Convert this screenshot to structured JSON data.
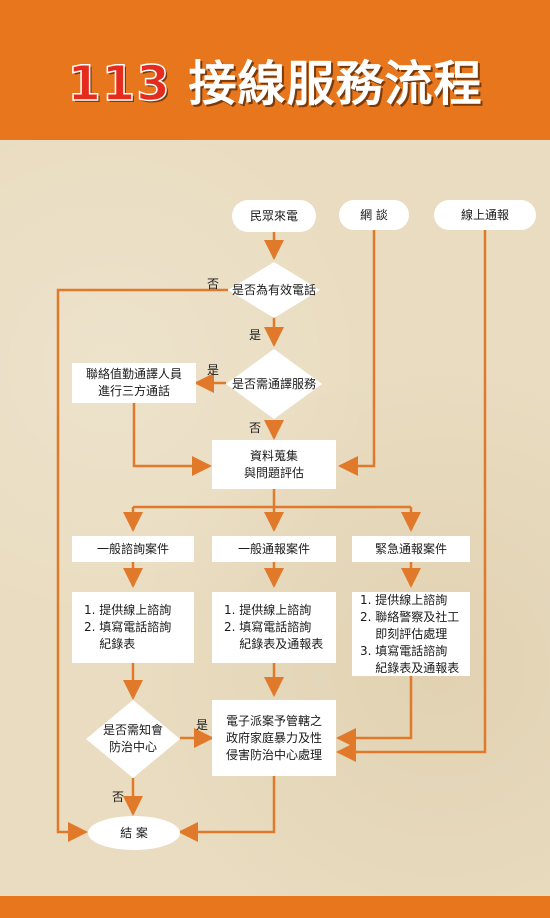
{
  "title": {
    "number": "113",
    "text": "接線服務流程"
  },
  "colors": {
    "header": "#e8761c",
    "line": "#e07a2a",
    "node": "#ffffff",
    "title_number": "#e52a1e"
  },
  "nodes": {
    "phone": "民眾來電",
    "web_chat": "網 談",
    "online_report": "線上通報",
    "valid_call": "是否為有效電話",
    "need_interpret": "是否需通譯服務",
    "interpreter": "聯絡值勤通譯人員\n進行三方通話",
    "collect": "資料蒐集\n與問題評估",
    "general_consult": "一般諮詢案件",
    "general_report": "一般通報案件",
    "emergency_report": "緊急通報案件",
    "consult_steps": "1. 提供線上諮詢\n2. 填寫電話諮詢\n    紀錄表",
    "report_steps": "1. 提供線上諮詢\n2. 填寫電話諮詢\n    紀錄表及通報表",
    "emergency_steps": "1. 提供線上諮詢\n2. 聯絡警察及社工\n    即刻評估處理\n3. 填寫電話諮詢\n    紀錄表及通報表",
    "notify_center": "是否需知會\n防治中心",
    "dispatch": "電子派案予管轄之\n政府家庭暴力及性\n侵害防治中心處理",
    "close": "結 案"
  },
  "labels": {
    "no_valid": "否",
    "yes_valid": "是",
    "yes_interpret": "是",
    "no_interpret": "否",
    "yes_notify": "是",
    "no_notify": "否"
  }
}
